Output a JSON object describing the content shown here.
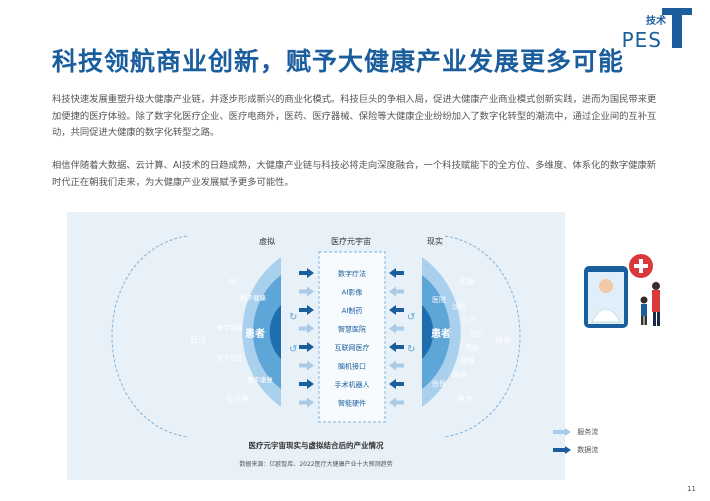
{
  "brand": {
    "tag": "技术",
    "pes": "PES"
  },
  "title": "科技领航商业创新，赋予大健康产业发展更多可能",
  "paragraphs": [
    "科技快速发展重塑升级大健康产业链，并逐步形成新兴的商业化模式。科技巨头的争相入局，促进大健康产业商业模式创新实践，进而为国民带来更加便捷的医疗体验。除了数字化医疗企业、医疗电商外，医药、医疗器械、保险等大健康企业纷纷加入了数字化转型的潮流中，通过企业间的互补互动，共同促进大健康的数字化转型之路。",
    "相信伴随着大数据、云计算、AI技术的日趋成熟，大健康产业链与科技必将走向深度融合，一个科技赋能下的全方位、多维度、体系化的数字健康新时代正在朝我们走来，为大健康产业发展赋予更多可能性。"
  ],
  "diagram": {
    "headers": {
      "virtual": "虚拟",
      "meta": "医疗元宇宙",
      "real": "现实"
    },
    "left": {
      "center": "患者",
      "outer": [
        "AI",
        "算法",
        "云计算"
      ],
      "inner": [
        "数字健康",
        "数字诊断",
        "数字治疗",
        "数字康复"
      ]
    },
    "right": {
      "center": "患者",
      "outer": [
        "设备",
        "终端",
        "算力"
      ],
      "inner": [
        "医院",
        "诊所",
        "三方",
        "社区",
        "药品",
        "器械",
        "流通",
        "伤保"
      ]
    },
    "middle": [
      "数字疗法",
      "AI影像",
      "AI制药",
      "智慧医院",
      "互联网医疗",
      "脑机接口",
      "手术机器人",
      "智能硬件"
    ],
    "caption": "医疗元宇宙现实与虚拟结合后的产业情况",
    "source": "数据来源：亿欧智库、2022医疗大健康产业十大预测趋势"
  },
  "legend": {
    "service": "服务流",
    "data": "数据流"
  },
  "page_number": "11",
  "colors": {
    "primary": "#1b5e9e",
    "light": "#8fc3e6",
    "mid": "#5fa6d8",
    "deep": "#1f6eb0",
    "panel": "#e9f1f8"
  }
}
